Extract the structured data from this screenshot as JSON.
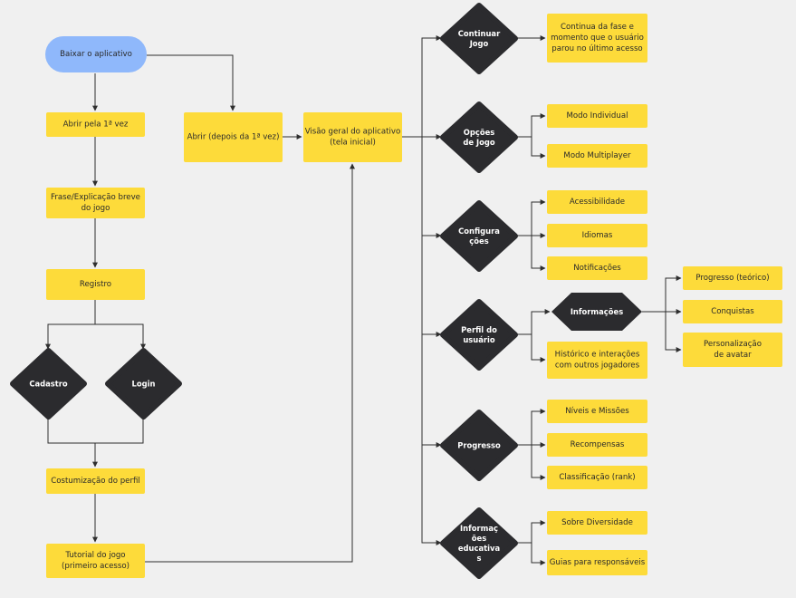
{
  "colors": {
    "background": "#f0f0f0",
    "process": "#fddb3a",
    "start": "#8fb8fb",
    "decision": "#2b2b2e",
    "edge": "#2e2e2e"
  },
  "nodes": {
    "start": [
      "Baixar o aplicativo"
    ],
    "first_open": [
      "Abrir pela 1ª vez"
    ],
    "intro": [
      "Frase/Explicação breve",
      "do jogo"
    ],
    "register": [
      "Registro"
    ],
    "signup": [
      "Cadastro"
    ],
    "login": [
      "Login"
    ],
    "customize": [
      "Costumização do perfil"
    ],
    "tutorial": [
      "Tutorial do jogo",
      "(primeiro acesso)"
    ],
    "open_after": [
      "Abrir (depois da 1ª vez)"
    ],
    "overview": [
      "Visão geral do aplicativo",
      "(tela inicial)"
    ],
    "continue": [
      "Continuar",
      "Jogo"
    ],
    "continue_desc": [
      "Continua da fase e",
      "momento que o usuário",
      "parou no último acesso"
    ],
    "options": [
      "Opções",
      "de Jogo"
    ],
    "single": [
      "Modo Individual"
    ],
    "multi": [
      "Modo Multiplayer"
    ],
    "settings": [
      "Configura",
      "ções"
    ],
    "accessibility": [
      "Acessibilidade"
    ],
    "languages": [
      "Idiomas"
    ],
    "notifications": [
      "Notificações"
    ],
    "profile": [
      "Perfil do",
      "usuário"
    ],
    "info": [
      "Informações"
    ],
    "progress_theory": [
      "Progresso (teórico)"
    ],
    "achievements": [
      "Conquistas"
    ],
    "avatar": [
      "Personalização",
      "de avatar"
    ],
    "history": [
      "Histórico e interações",
      "com outros jogadores"
    ],
    "progress": [
      "Progresso"
    ],
    "levels": [
      "Níveis e Missões"
    ],
    "rewards": [
      "Recompensas"
    ],
    "ranking": [
      "Classificação (rank)"
    ],
    "edu": [
      "Informaç",
      "ões",
      "educativa",
      "s"
    ],
    "diversity": [
      "Sobre Diversidade"
    ],
    "guides": [
      "Guias para responsáveis"
    ]
  }
}
